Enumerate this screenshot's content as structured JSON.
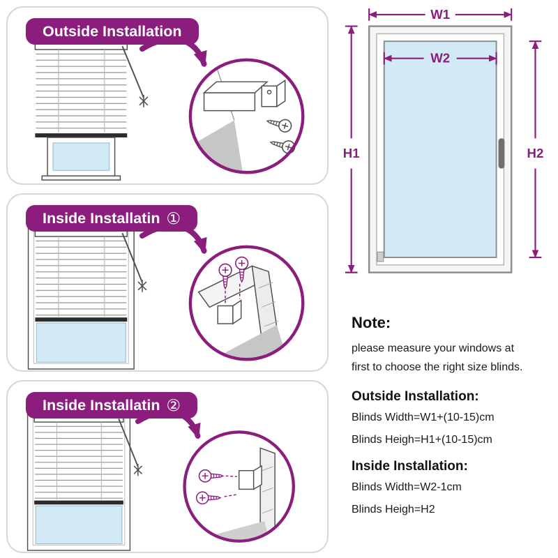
{
  "colors": {
    "accent": "#8b1d7d",
    "glass": "#d2eaf6"
  },
  "panels": [
    {
      "title": "Outside Installation",
      "badge": ""
    },
    {
      "title": "Inside Installatin",
      "badge": "①"
    },
    {
      "title": "Inside Installatin",
      "badge": "②"
    }
  ],
  "window_diagram": {
    "w1": "W1",
    "w2": "W2",
    "h1": "H1",
    "h2": "H2"
  },
  "notes": {
    "title": "Note:",
    "line1": "please measure your windows at",
    "line2": "first to choose the right size blinds.",
    "outside": {
      "title": "Outside Installation:",
      "width": "Blinds Width=W1+(10-15)cm",
      "height": "Blinds Heigh=H1+(10-15)cm"
    },
    "inside": {
      "title": "Inside Installation:",
      "width": "Blinds Width=W2-1cm",
      "height": "Blinds Heigh=H2"
    }
  }
}
